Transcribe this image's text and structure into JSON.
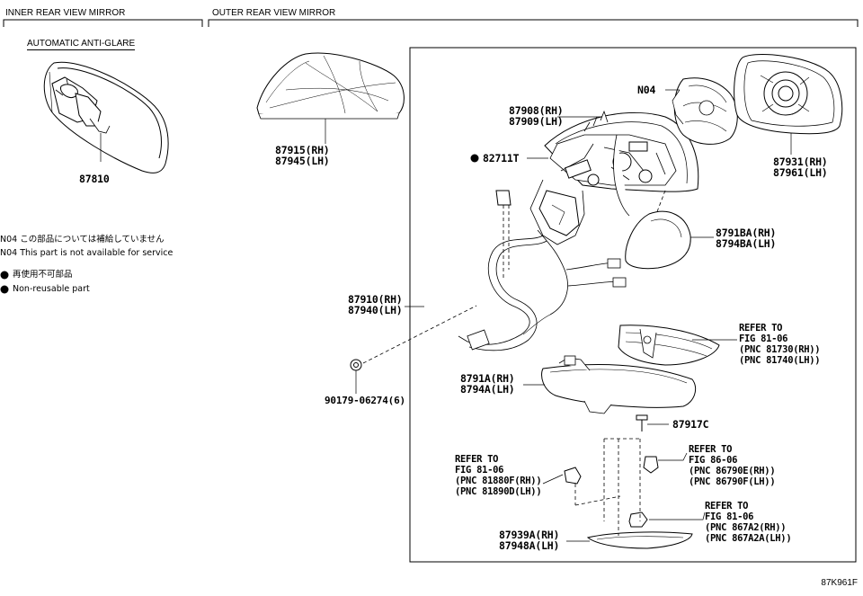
{
  "headers": {
    "inner": "INNER REAR VIEW MIRROR",
    "outer": "OUTER REAR VIEW MIRROR",
    "inner_sub": "AUTOMATIC ANTI-GLARE"
  },
  "parts": {
    "p87810": "87810",
    "p87915": [
      "87915(RH)",
      "87945(LH)"
    ],
    "p87908": [
      "87908(RH)",
      "87909(LH)"
    ],
    "p82711": "82711T",
    "pN04": "N04",
    "p87931": [
      "87931(RH)",
      "87961(LH)"
    ],
    "p8791BA": [
      "8791BA(RH)",
      "8794BA(LH)"
    ],
    "p87910": [
      "87910(RH)",
      "87940(LH)"
    ],
    "p90179": "90179-06274(6)",
    "p8791A": [
      "8791A(RH)",
      "8794A(LH)"
    ],
    "p87917": "87917C",
    "p87939": [
      "87939A(RH)",
      "87948A(LH)"
    ]
  },
  "refs": {
    "r81730": [
      "REFER TO",
      "FIG 81-06",
      "(PNC 81730(RH))",
      "(PNC 81740(LH))"
    ],
    "r81880": [
      "REFER TO",
      "FIG 81-06",
      "(PNC 81880F(RH))",
      "(PNC 81890D(LH))"
    ],
    "r86790": [
      "REFER TO",
      "FIG 86-06",
      "(PNC 86790E(RH))",
      "(PNC 86790F(LH))"
    ],
    "r867A2": [
      "REFER TO",
      "FIG 81-06",
      "(PNC 867A2(RH))",
      "(PNC 867A2A(LH))"
    ]
  },
  "notes": {
    "n04_ja": "N04 この部品については補給していません",
    "n04_en": "N04 This part is not available for service",
    "nonreuse_ja": "再使用不可部品",
    "nonreuse_en": "Non-reusable part"
  },
  "figure_id": "87K961F"
}
